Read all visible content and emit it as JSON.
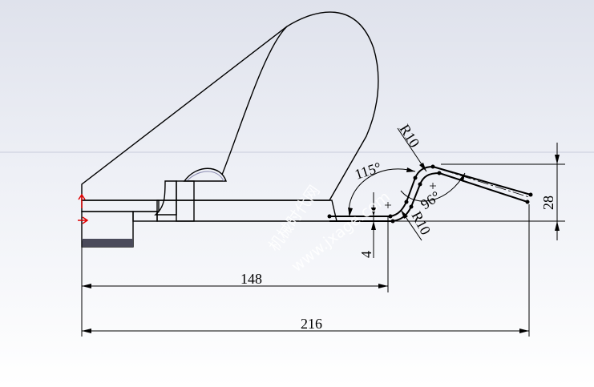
{
  "dimensions": {
    "overall_length": "216",
    "bend_position": "148",
    "height": "28",
    "offset": "4",
    "radius_top": "R10",
    "radius_bottom": "R10",
    "angle_outer": "115°",
    "angle_inner": "96°"
  },
  "watermark": {
    "line1": "机械时代网",
    "line2": "www.jxage.com"
  },
  "colors": {
    "part_face": "#dcdff5",
    "part_shadow": "#4a4a60",
    "background_top": "#dfe2ec"
  }
}
